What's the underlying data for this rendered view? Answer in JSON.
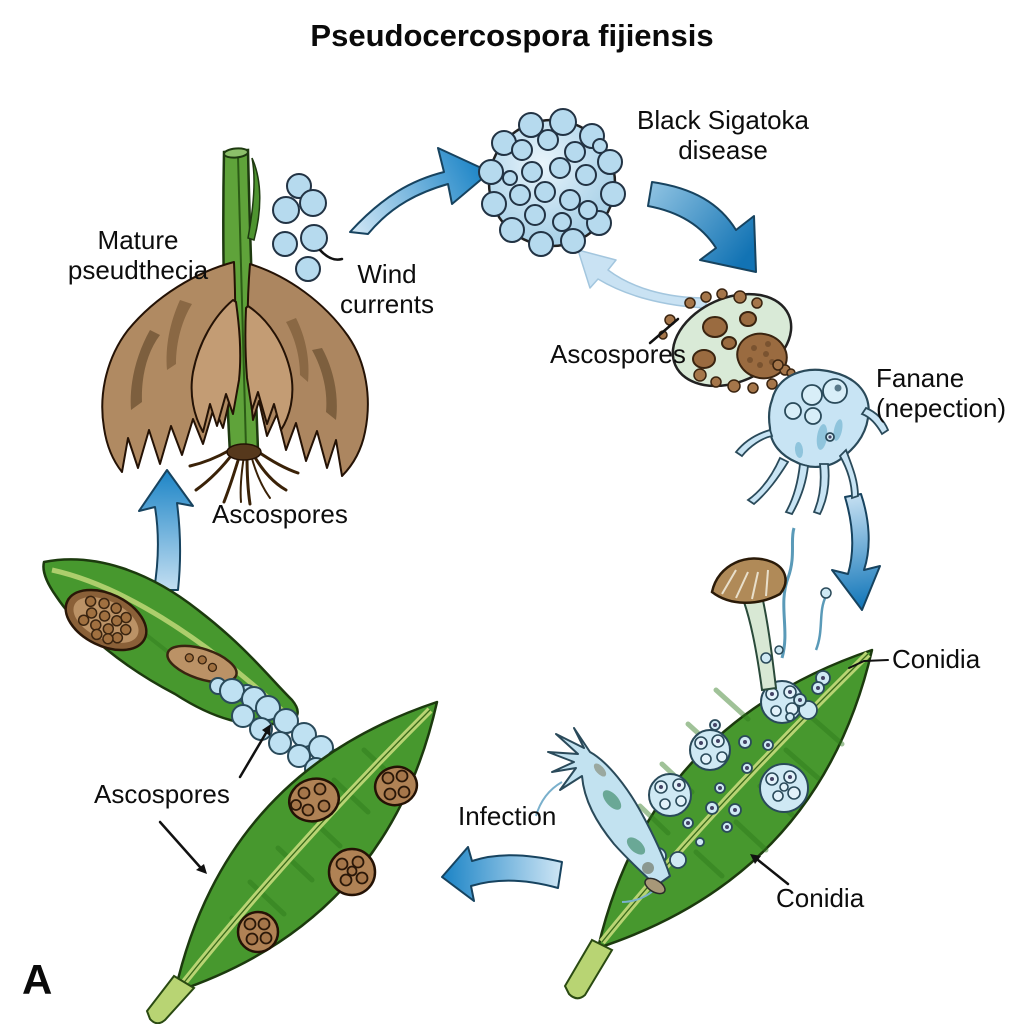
{
  "title": "Pseudocercospora fijiensis",
  "panel_label": "A",
  "labels": {
    "mature_pseudthecia": "Mature\npseudthecia",
    "wind_currents": "Wind\ncurrents",
    "black_sigatoka_disease": "Black Sigatoka\ndisease",
    "ascospores_sac": "Ascospores",
    "fanane_nepection": "Fanane\n(nepection)",
    "conidia_upper": "Conidia",
    "conidia_lower": "Conidia",
    "infection": "Infection",
    "ascospores_release": "Ascospores",
    "ascospores_leaf": "Ascospores"
  },
  "colors": {
    "arrow_blue_dark": "#1f86c7",
    "arrow_blue_pale": "#c9e2f3",
    "spore_blue": "#b6daee",
    "leaf_green": "#47982e",
    "midrib_green": "#b8d473",
    "stem_green": "#5fa33a",
    "dead_leaf_brown": "#b08a62",
    "lesion_brown": "#b08255",
    "sac_green": "#d9ead7",
    "text": "#0d0d0d",
    "background": "#ffffff"
  }
}
